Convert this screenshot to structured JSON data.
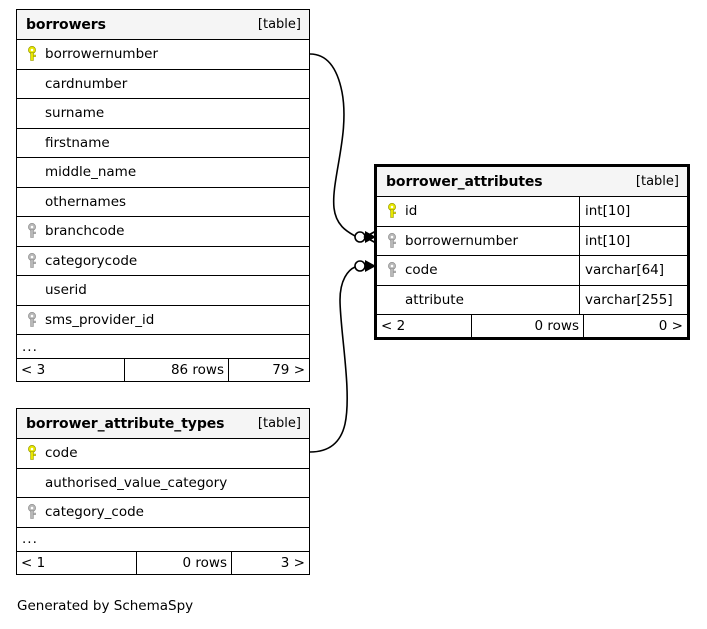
{
  "diagram": {
    "title": "SchemaSpy relationship diagram",
    "footnote": "Generated by SchemaSpy",
    "table_tag": "[table]",
    "ellipsis": "...",
    "rows_suffix": "rows",
    "colors": {
      "primary_key_icon": "#e8e800",
      "foreign_key_icon": "#b0b0b0",
      "header_background": "#f5f5f5",
      "border": "#000000",
      "background": "#ffffff",
      "text": "#000000"
    }
  },
  "tables": [
    {
      "id": "borrowers",
      "name": "borrowers",
      "tag": "[table]",
      "emphasis": false,
      "show_types": false,
      "columns": [
        {
          "name": "borrowernumber",
          "key": "primary",
          "type": ""
        },
        {
          "name": "cardnumber",
          "key": "none",
          "type": ""
        },
        {
          "name": "surname",
          "key": "none",
          "type": ""
        },
        {
          "name": "firstname",
          "key": "none",
          "type": ""
        },
        {
          "name": "middle_name",
          "key": "none",
          "type": ""
        },
        {
          "name": "othernames",
          "key": "none",
          "type": ""
        },
        {
          "name": "branchcode",
          "key": "foreign",
          "type": ""
        },
        {
          "name": "categorycode",
          "key": "foreign",
          "type": ""
        },
        {
          "name": "userid",
          "key": "none",
          "type": ""
        },
        {
          "name": "sms_provider_id",
          "key": "foreign",
          "type": ""
        }
      ],
      "has_ellipsis": true,
      "footer": {
        "left": "< 3",
        "middle": "86 rows",
        "right": "79 >"
      }
    },
    {
      "id": "borrower_attributes",
      "name": "borrower_attributes",
      "tag": "[table]",
      "emphasis": true,
      "show_types": true,
      "columns": [
        {
          "name": "id",
          "key": "primary",
          "type": "int[10]"
        },
        {
          "name": "borrowernumber",
          "key": "foreign",
          "type": "int[10]"
        },
        {
          "name": "code",
          "key": "foreign",
          "type": "varchar[64]"
        },
        {
          "name": "attribute",
          "key": "none",
          "type": "varchar[255]"
        }
      ],
      "has_ellipsis": false,
      "footer": {
        "left": "< 2",
        "middle": "0 rows",
        "right": "0 >"
      }
    },
    {
      "id": "borrower_attribute_types",
      "name": "borrower_attribute_types",
      "tag": "[table]",
      "emphasis": false,
      "show_types": false,
      "columns": [
        {
          "name": "code",
          "key": "primary",
          "type": ""
        },
        {
          "name": "authorised_value_category",
          "key": "none",
          "type": ""
        },
        {
          "name": "category_code",
          "key": "foreign",
          "type": ""
        }
      ],
      "has_ellipsis": true,
      "footer": {
        "left": "< 1",
        "middle": "0 rows",
        "right": "3 >"
      }
    }
  ],
  "relationships": [
    {
      "id": "rel-borrowers-borrowernumber",
      "from_table": "borrowers",
      "from_column": "borrowernumber",
      "to_table": "borrower_attributes",
      "to_column": "borrowernumber",
      "cardinality": "zero-to-many"
    },
    {
      "id": "rel-types-code",
      "from_table": "borrower_attribute_types",
      "from_column": "code",
      "to_table": "borrower_attributes",
      "to_column": "code",
      "cardinality": "zero-to-many"
    }
  ]
}
